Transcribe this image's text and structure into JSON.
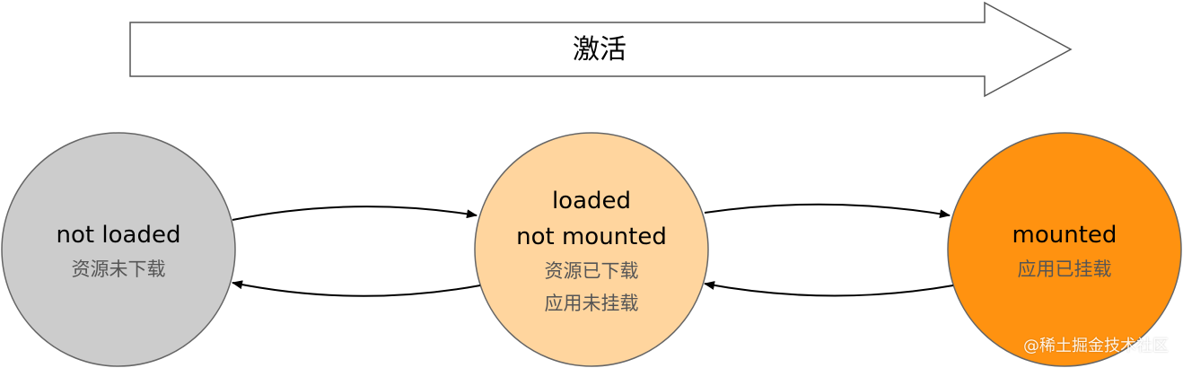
{
  "activate_arrow": {
    "label": "激活"
  },
  "states": [
    {
      "lines_en": [
        "not loaded"
      ],
      "lines_zh": [
        "资源未下载"
      ],
      "fill": "#cccccc"
    },
    {
      "lines_en": [
        "loaded",
        "not mounted"
      ],
      "lines_zh": [
        "资源已下载",
        "应用未挂载"
      ],
      "fill": "#ffd59e"
    },
    {
      "lines_en": [
        "mounted"
      ],
      "lines_zh": [
        "应用已挂载"
      ],
      "fill": "#ff9210"
    }
  ],
  "colors": {
    "stroke": "#666666",
    "arrow_outline": "#555555",
    "connector": "#000000"
  },
  "watermark": "@稀土掘金技术社区"
}
